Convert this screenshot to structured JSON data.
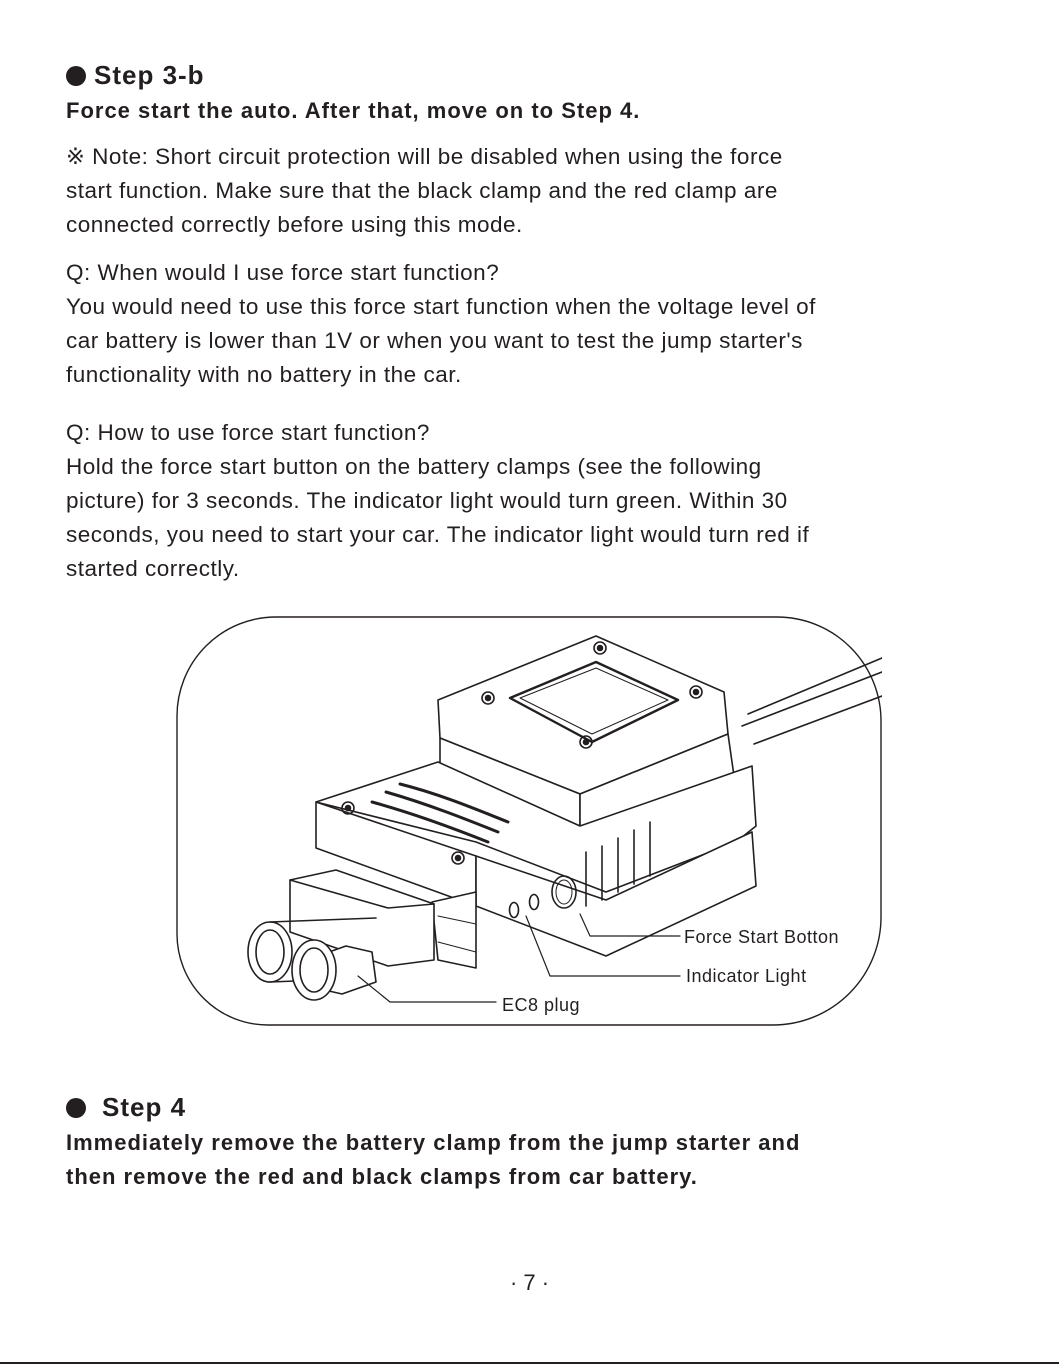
{
  "step3b": {
    "title": "Step 3-b",
    "subtitle": "Force start the auto. After that, move on to Step 4.",
    "note_lines": [
      "※ Note: Short circuit protection will be disabled when using the force",
      "start function. Make sure that the black clamp and the red clamp are",
      "connected correctly before using this mode."
    ],
    "q1_lines": [
      "Q: When would I use force start function?",
      "You would need to use this force start function when the voltage level of",
      "car battery is lower than 1V or when you want to test the jump starter's",
      "functionality with no battery in the car."
    ],
    "q2_lines": [
      "Q: How to use force start function?",
      "Hold the force start button on the battery clamps (see the following",
      "picture) for 3 seconds. The indicator light would turn green. Within 30",
      "seconds, you need to start your car. The indicator light would turn red if",
      "started correctly."
    ]
  },
  "figure": {
    "callout_force_start": "Force Start Botton",
    "callout_indicator": "Indicator Light",
    "callout_ec8": "EC8 plug"
  },
  "step4": {
    "title": "Step 4",
    "body_lines": [
      "Immediately remove the battery clamp from the jump starter and",
      "then remove the red and black clamps from car battery."
    ]
  },
  "page": {
    "number": "· 7 ·"
  }
}
